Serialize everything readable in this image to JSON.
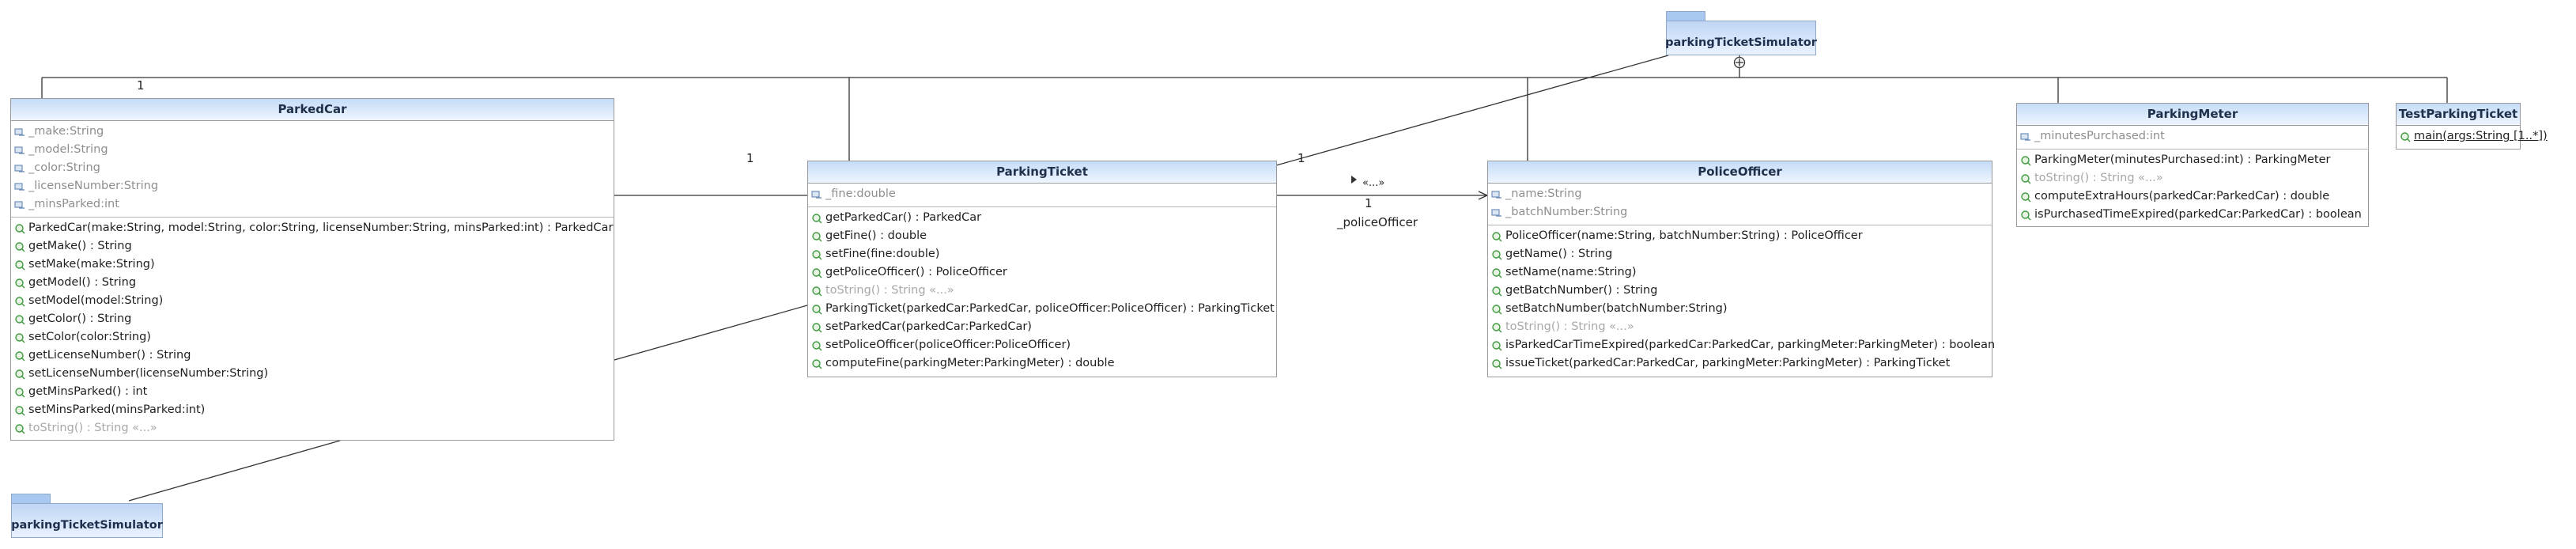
{
  "packages": [
    {
      "name": "parkingTicketSimulator"
    },
    {
      "name": "parkingTicketSimulator"
    }
  ],
  "classes": [
    {
      "name": "ParkedCar",
      "attributes": [
        "_make:String",
        "_model:String",
        "_color:String",
        "_licenseNumber:String",
        "_minsParked:int"
      ],
      "methods": [
        "ParkedCar(make:String, model:String, color:String, licenseNumber:String, minsParked:int) : ParkedCar",
        "getMake() : String",
        "setMake(make:String)",
        "getModel() : String",
        "setModel(model:String)",
        "getColor() : String",
        "setColor(color:String)",
        "getLicenseNumber() : String",
        "setLicenseNumber(licenseNumber:String)",
        "getMinsParked() : int",
        "setMinsParked(minsParked:int)",
        "toString() : String «...»"
      ]
    },
    {
      "name": "ParkingTicket",
      "attributes": [
        "_fine:double"
      ],
      "methods": [
        "getParkedCar() : ParkedCar",
        "getFine() : double",
        "setFine(fine:double)",
        "getPoliceOfficer() : PoliceOfficer",
        "toString() : String «...»",
        "ParkingTicket(parkedCar:ParkedCar, policeOfficer:PoliceOfficer) : ParkingTicket",
        "setParkedCar(parkedCar:ParkedCar)",
        "setPoliceOfficer(policeOfficer:PoliceOfficer)",
        "computeFine(parkingMeter:ParkingMeter) : double"
      ]
    },
    {
      "name": "PoliceOfficer",
      "attributes": [
        "_name:String",
        "_batchNumber:String"
      ],
      "methods": [
        "PoliceOfficer(name:String, batchNumber:String) : PoliceOfficer",
        "getName() : String",
        "setName(name:String)",
        "getBatchNumber() : String",
        "setBatchNumber(batchNumber:String)",
        "toString() : String «...»",
        "isParkedCarTimeExpired(parkedCar:ParkedCar, parkingMeter:ParkingMeter) : boolean",
        "issueTicket(parkedCar:ParkedCar, parkingMeter:ParkingMeter) : ParkingTicket"
      ]
    },
    {
      "name": "ParkingMeter",
      "attributes": [
        "_minutesPurchased:int"
      ],
      "methods": [
        "ParkingMeter(minutesPurchased:int) : ParkingMeter",
        "toString() : String «...»",
        "computeExtraHours(parkedCar:ParkedCar) : double",
        "isPurchasedTimeExpired(parkedCar:ParkedCar) : boolean"
      ]
    },
    {
      "name": "TestParkingTicket",
      "attributes": [],
      "methods": [
        "main(args:String [1..*])"
      ]
    }
  ],
  "labels": {
    "mult_parkedcar_top": "1",
    "mult_ticket_left": "1",
    "mult_ticket_pkg": "1",
    "stereotype": "«...»",
    "mult_officer": "1",
    "role_officer": "_policeOfficer"
  },
  "colors": {
    "header_top": "#c5dcf7",
    "header_bottom": "#eef5ff",
    "border": "#9a9a9a",
    "method_icon": "#3f9a3f",
    "attr_icon": "#6f8fb8"
  }
}
